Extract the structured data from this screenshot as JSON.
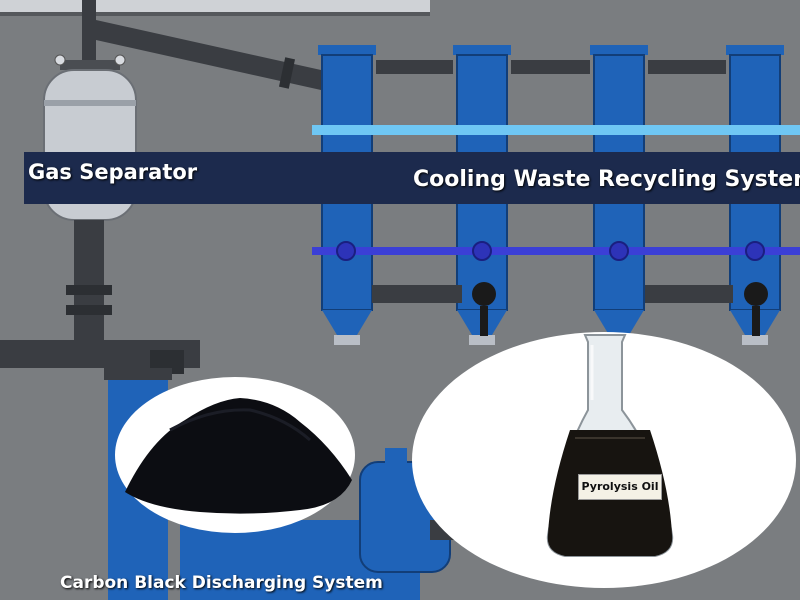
{
  "labels": {
    "gas_separator": "Gas Separator",
    "cooling_system": "Cooling Waste Recycling System",
    "carbon_black": "Carbon Black Discharging System",
    "pyrolysis_oil": "Pyrolysis Oil"
  },
  "colors": {
    "background": "#7a7d80",
    "pipe_blue": "#1f63b8",
    "banner": "#1c2a4d",
    "light_pipe": "#6fc7f4",
    "dark_pipe": "#3a3d42"
  },
  "condenser_count": 4
}
